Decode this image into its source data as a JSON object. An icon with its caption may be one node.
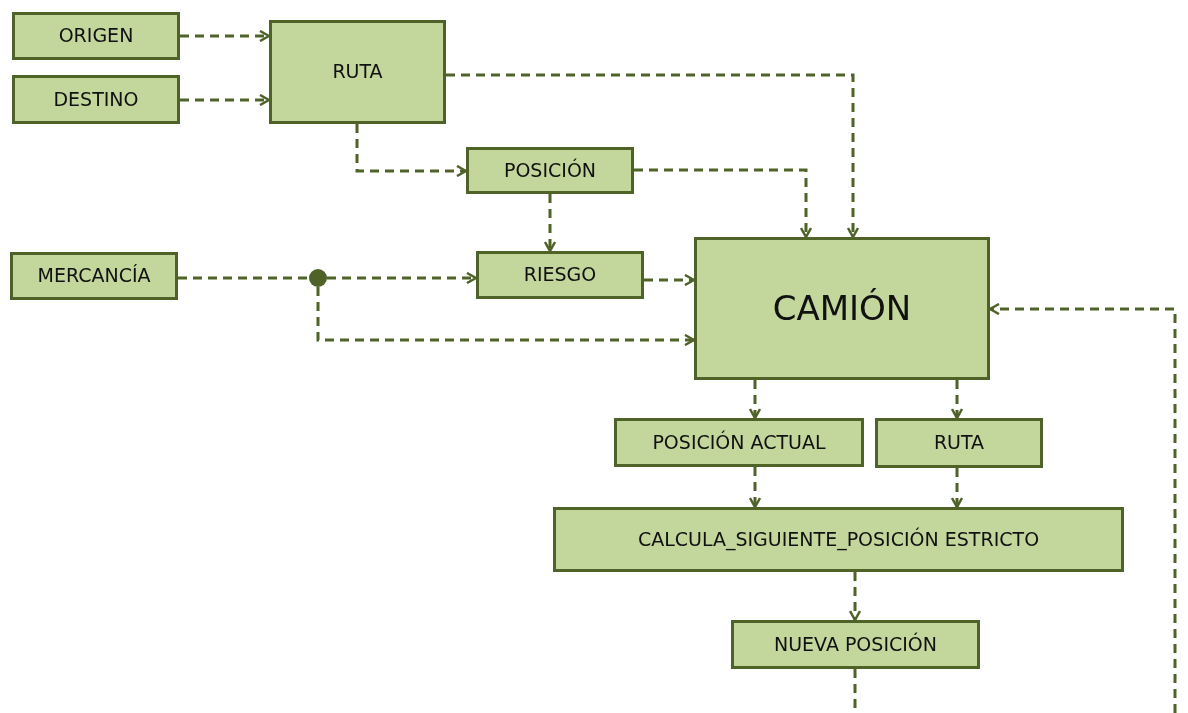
{
  "diagram": {
    "nodes": [
      {
        "text": [
          "ORIGEN"
        ]
      },
      {
        "text": [
          "DESTINO"
        ]
      },
      {
        "text": [
          "RUTA"
        ]
      },
      {
        "text": [
          "POSICIÓN"
        ]
      },
      {
        "text": [
          "MERCANCÍA"
        ]
      },
      {
        "text": [],
        "shape": "circle"
      },
      {
        "text": [
          "RIESGO"
        ]
      },
      {
        "text": [
          "CAMIÓN"
        ]
      },
      {
        "text": [
          "POSICIÓN ACTUAL"
        ]
      },
      {
        "text": [
          "RUTA"
        ]
      },
      {
        "text": [
          "CALCULA_SIGUIENTE_POSICIÓN ESTRICTO"
        ]
      },
      {
        "text": [
          "NUEVA POSICIÓN"
        ]
      }
    ],
    "edges": [
      {
        "from": 0,
        "to": 2,
        "arrow": "to"
      },
      {
        "from": 1,
        "to": 2,
        "arrow": "to"
      },
      {
        "from": 2,
        "to": 7,
        "arrow": "to"
      },
      {
        "from": 2,
        "to": 3,
        "arrow": "to"
      },
      {
        "from": 3,
        "to": 7,
        "arrow": "to"
      },
      {
        "from": 3,
        "to": 6,
        "arrow": "to"
      },
      {
        "from": 4,
        "to": 5,
        "arrow": "none"
      },
      {
        "from": 5,
        "to": 6,
        "arrow": "to"
      },
      {
        "from": 5,
        "to": 7,
        "arrow": "to"
      },
      {
        "from": 6,
        "to": 7,
        "arrow": "to"
      },
      {
        "from": 7,
        "to": 8,
        "arrow": "to"
      },
      {
        "from": 7,
        "to": 9,
        "arrow": "to"
      },
      {
        "from": 8,
        "to": 10,
        "arrow": "to"
      },
      {
        "from": 9,
        "to": 10,
        "arrow": "to"
      },
      {
        "from": 10,
        "to": 11,
        "arrow": "to"
      },
      {
        "from": 11,
        "to": null,
        "arrow": "none"
      },
      {
        "from": null,
        "to": 7,
        "arrow": "to"
      }
    ]
  }
}
